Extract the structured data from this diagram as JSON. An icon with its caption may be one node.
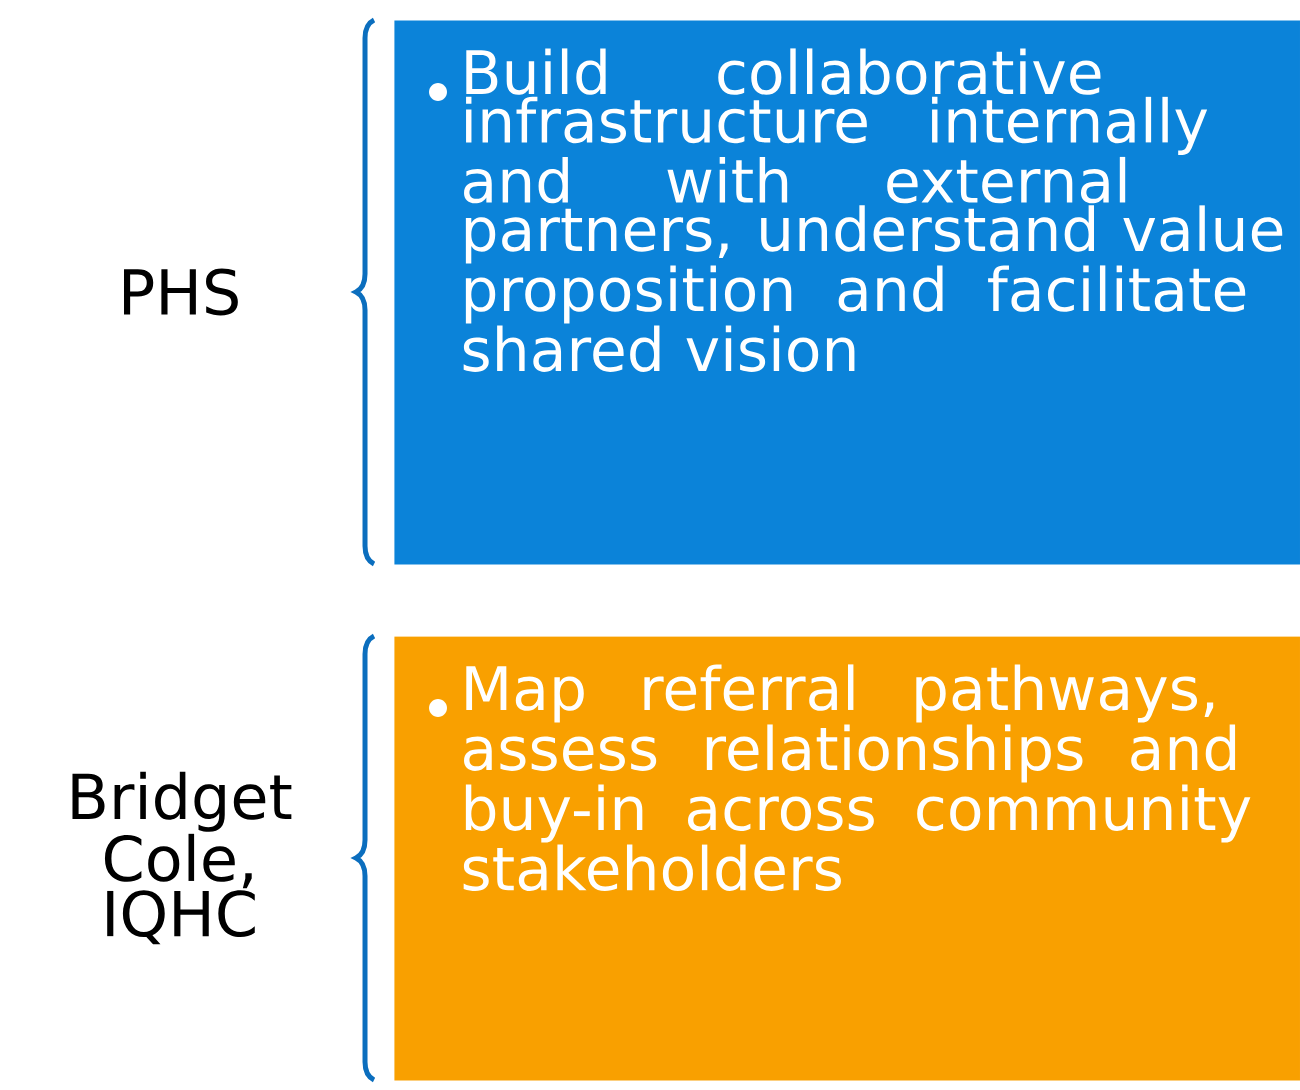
{
  "diagram": {
    "nodes": [
      {
        "text": [
          "Build collaborative infrastructure internally and with external partners, understand value proposition and facilitate shared vision"
        ],
        "beside": [
          "PHS"
        ]
      },
      {
        "text": [
          "Map referral pathways, assess relationships and buy-in across community stakeholders"
        ],
        "beside": [
          "Bridget Cole, IQHC"
        ]
      }
    ]
  }
}
